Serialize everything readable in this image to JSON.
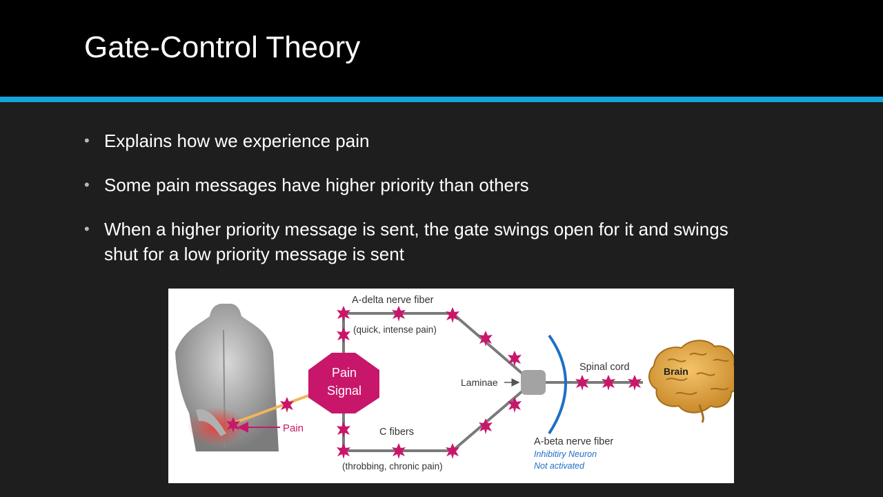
{
  "slide": {
    "title": "Gate-Control Theory",
    "bullets": [
      "Explains how we experience pain",
      "Some pain messages have higher priority than others",
      "When a higher priority message is sent, the gate swings open for it and swings shut for a low priority message is sent"
    ]
  },
  "diagram": {
    "a_delta_label": "A-delta nerve fiber",
    "a_delta_sub": "(quick, intense pain)",
    "pain_signal_line1": "Pain",
    "pain_signal_line2": "Signal",
    "laminae": "Laminae",
    "spinal_cord": "Spinal cord",
    "brain": "Brain",
    "c_fibers": "C fibers",
    "c_fibers_sub": "(throbbing, chronic pain)",
    "a_beta_label": "A-beta nerve fiber",
    "inhibitory_line1": "Inhibitiry Neuron",
    "inhibitory_line2": "Not activated",
    "pain": "Pain"
  },
  "colors": {
    "accent": "#14a3dc",
    "magenta": "#c8176a",
    "neuron_blue": "#1f6fc4",
    "fiber_gray": "#7a7a7a"
  }
}
